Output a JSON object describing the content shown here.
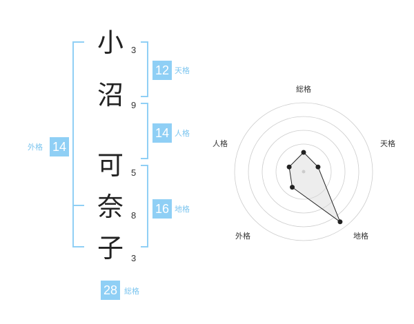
{
  "name": {
    "chars": [
      {
        "char": "小",
        "strokes": "3"
      },
      {
        "char": "沼",
        "strokes": "9"
      },
      {
        "char": "可",
        "strokes": "5"
      },
      {
        "char": "奈",
        "strokes": "8"
      },
      {
        "char": "子",
        "strokes": "3"
      }
    ]
  },
  "fortunes": {
    "tenkaku": {
      "value": "12",
      "label": "天格"
    },
    "jinkaku": {
      "value": "14",
      "label": "人格"
    },
    "chikaku": {
      "value": "16",
      "label": "地格"
    },
    "gaikaku": {
      "value": "14",
      "label": "外格"
    },
    "soukaku": {
      "value": "28",
      "label": "総格"
    }
  },
  "radar": {
    "axes": [
      "総格",
      "天格",
      "地格",
      "外格",
      "人格"
    ],
    "values": [
      0.28,
      0.22,
      0.9,
      0.28,
      0.22
    ]
  },
  "colors": {
    "accent": "#8fcff5",
    "bracket": "#8fcff5",
    "ring": "#cccccc",
    "line": "#222222"
  }
}
